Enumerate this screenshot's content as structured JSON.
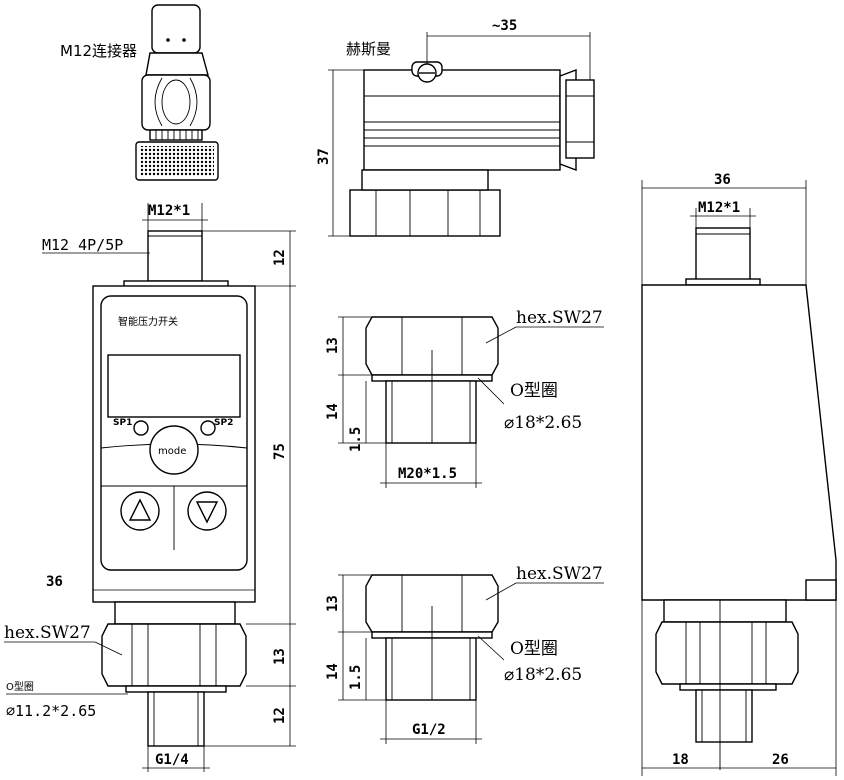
{
  "labels": {
    "m12_connector": "M12连接器",
    "hirschmann": "赫斯曼",
    "m12_thread_front": "M12*1",
    "m12_thread_side": "M12*1",
    "m12_pins": "M12 4P/5P",
    "device_label": "智能压力开关",
    "sp1": "SP1",
    "sp2": "SP2",
    "mode": "mode",
    "hex_left": "hex.SW27",
    "hex_mid_top": "hex.SW27",
    "hex_mid_bottom": "hex.SW27",
    "oring_left_title": "O型圈",
    "oring_left_size": "⌀11.2*2.65",
    "oring_mid_top_title": "O型圈",
    "oring_mid_top_size": "⌀18*2.65",
    "oring_mid_bottom_title": "O型圈",
    "oring_mid_bottom_size": "⌀18*2.65",
    "thread_g14": "G1/4",
    "thread_m20": "M20*1.5",
    "thread_g12": "G1/2"
  },
  "dimensions": {
    "hirschmann_width": "~35",
    "hirschmann_height": "37",
    "connector_height": "12",
    "body_height": "75",
    "body_width": "36",
    "hex_height_left": "13",
    "thread_len_left": "12",
    "hex_height_mid_top": "13",
    "thread_len_mid_top": "14",
    "chamfer_mid_top": "1.5",
    "hex_height_mid_bottom": "13",
    "thread_len_mid_bottom": "14",
    "chamfer_mid_bottom": "1.5",
    "side_width": "36",
    "side_left": "18",
    "side_right": "26"
  }
}
